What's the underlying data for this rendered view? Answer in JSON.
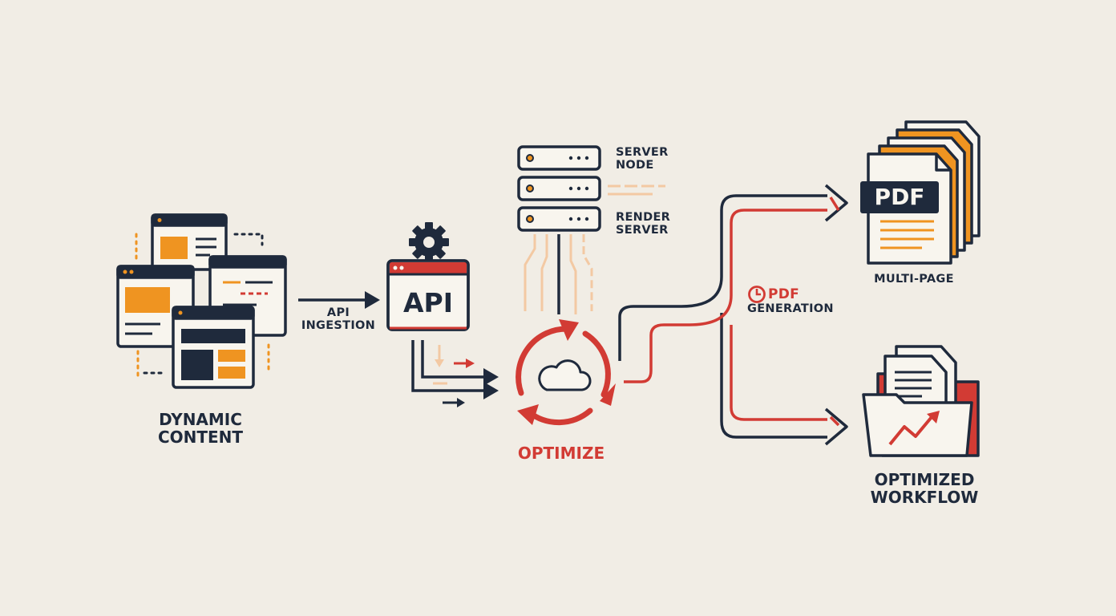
{
  "colors": {
    "background": "#f1ede5",
    "navy": "#1f2a3c",
    "orange": "#ef9421",
    "red": "#d23b34",
    "peach": "#f3c9a3",
    "paper": "#f8f5ee"
  },
  "labels": {
    "dynamic_content": [
      "Dynamic",
      "Content"
    ],
    "api_ingestion": [
      "API",
      "Ingestion"
    ],
    "api_box": "API",
    "server_node": [
      "Server",
      "Node"
    ],
    "render_server": [
      "Render",
      "Server"
    ],
    "optimize": "Optimize",
    "pdf_generation": [
      "PDF",
      "Generation"
    ],
    "pdf_badge": "PDF",
    "multi_page": "Multi-Page",
    "optimized_workflow": [
      "Optimized",
      "Workflow"
    ]
  },
  "icons": [
    "web-pages-icon",
    "gear-icon",
    "api-window-icon",
    "server-rack-icon",
    "cloud-icon",
    "refresh-cycle-icon",
    "clock-icon",
    "pdf-document-stack-icon",
    "folder-growth-chart-icon"
  ]
}
